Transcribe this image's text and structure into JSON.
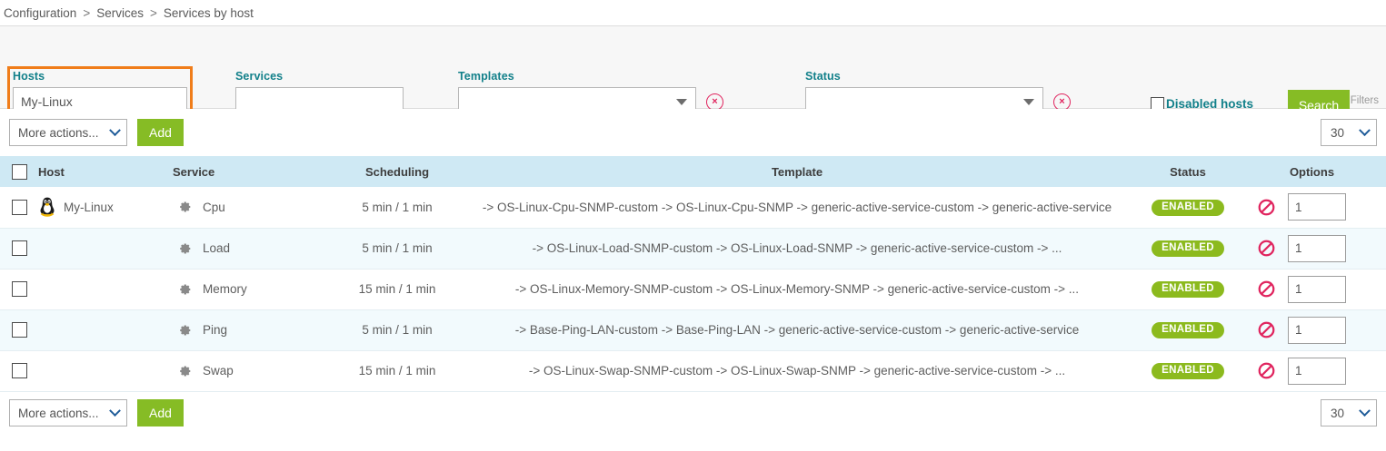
{
  "breadcrumb": {
    "items": [
      "Configuration",
      "Services",
      "Services by host"
    ],
    "separator": ">"
  },
  "filters": {
    "hosts": {
      "label": "Hosts",
      "value": "My-Linux",
      "placeholder": ""
    },
    "services": {
      "label": "Services",
      "value": "",
      "placeholder": ""
    },
    "templates": {
      "label": "Templates",
      "value": "",
      "clear_label": "×"
    },
    "status": {
      "label": "Status",
      "value": "",
      "clear_label": "×"
    },
    "disabled_hosts": {
      "label": "Disabled hosts",
      "checked": false
    },
    "search_label": "Search",
    "filters_tag": "Filters",
    "accent_highlight": "#f07d1a",
    "label_color": "#12808a",
    "button_color": "#86bc25"
  },
  "toolbar_top": {
    "more_actions_label": "More actions...",
    "add_label": "Add",
    "page_size": "30"
  },
  "toolbar_bottom": {
    "more_actions_label": "More actions...",
    "add_label": "Add",
    "page_size": "30"
  },
  "table": {
    "columns": [
      "Host",
      "Service",
      "Scheduling",
      "Template",
      "Status",
      "Options"
    ],
    "rows": [
      {
        "host": "My-Linux",
        "host_icon": "tux-icon",
        "service": "Cpu",
        "scheduling": "5 min / 1 min",
        "template": "-> OS-Linux-Cpu-SNMP-custom -> OS-Linux-Cpu-SNMP -> generic-active-service-custom -> generic-active-service",
        "status": "ENABLED",
        "option_value": "1"
      },
      {
        "host": "",
        "host_icon": "",
        "service": "Load",
        "scheduling": "5 min / 1 min",
        "template": "-> OS-Linux-Load-SNMP-custom -> OS-Linux-Load-SNMP -> generic-active-service-custom -> ...",
        "status": "ENABLED",
        "option_value": "1"
      },
      {
        "host": "",
        "host_icon": "",
        "service": "Memory",
        "scheduling": "15 min / 1 min",
        "template": "-> OS-Linux-Memory-SNMP-custom -> OS-Linux-Memory-SNMP -> generic-active-service-custom -> ...",
        "status": "ENABLED",
        "option_value": "1"
      },
      {
        "host": "",
        "host_icon": "",
        "service": "Ping",
        "scheduling": "5 min / 1 min",
        "template": "-> Base-Ping-LAN-custom -> Base-Ping-LAN -> generic-active-service-custom -> generic-active-service",
        "status": "ENABLED",
        "option_value": "1"
      },
      {
        "host": "",
        "host_icon": "",
        "service": "Swap",
        "scheduling": "15 min / 1 min",
        "template": "-> OS-Linux-Swap-SNMP-custom -> OS-Linux-Swap-SNMP -> generic-active-service-custom -> ...",
        "status": "ENABLED",
        "option_value": "1"
      }
    ],
    "header_bg": "#cfe9f4",
    "badge_color": "#8cba1e",
    "deny_icon_color": "#e0245e"
  }
}
